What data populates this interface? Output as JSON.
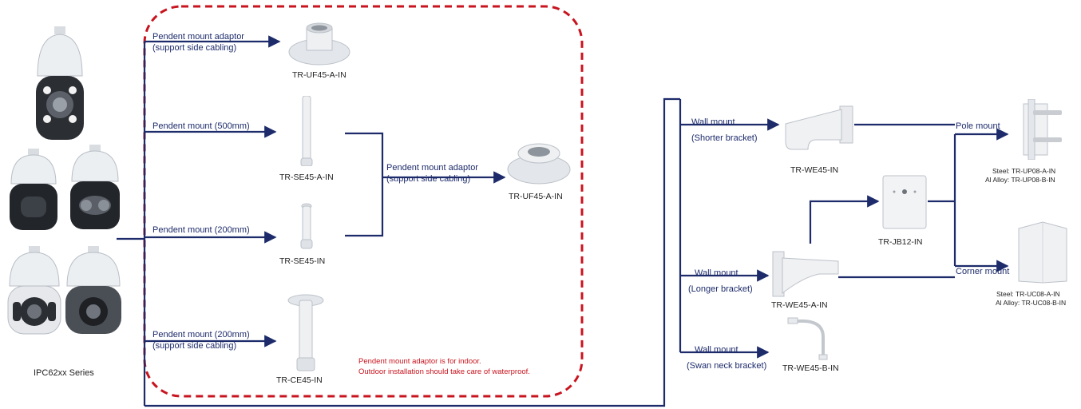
{
  "camera_series_label": "IPC62xx Series",
  "left_branches": [
    {
      "label_line1": "Pendent mount adaptor",
      "label_line2": "(support side cabling)",
      "code": "TR-UF45-A-IN"
    },
    {
      "label_line1": "Pendent  mount (500mm)",
      "code": "TR-SE45-A-IN"
    },
    {
      "label_line1": "Pendent  mount (200mm)",
      "code": "TR-SE45-IN"
    },
    {
      "label_line1": "Pendent  mount (200mm)",
      "label_line2": "(support side cabling)",
      "code": "TR-CE45-IN"
    }
  ],
  "adaptor_merge": {
    "label_line1": "Pendent  mount adaptor",
    "label_line2": "(support side cabling)",
    "code": "TR-UF45-A-IN"
  },
  "note": {
    "line1": "Pendent  mount adaptor is for indoor.",
    "line2": "Outdoor installation should take care of waterproof."
  },
  "wall_mounts": [
    {
      "label_line1": "Wall mount",
      "label_line2": "(Shorter bracket)",
      "code": "TR-WE45-IN"
    },
    {
      "label_line1": "Wall mount",
      "label_line2": "(Longer bracket)",
      "code": "TR-WE45-A-IN"
    },
    {
      "label_line1": "Wall mount",
      "label_line2": "(Swan neck bracket)",
      "code": "TR-WE45-B-IN"
    }
  ],
  "junction_box": {
    "code": "TR-JB12-IN"
  },
  "pole_mount": {
    "label": "Pole mount",
    "steel": "Steel: TR-UP08-A-IN",
    "alloy": "Al Alloy: TR-UP08-B-IN"
  },
  "corner_mount": {
    "label": "Corner mount",
    "steel": "Steel: TR-UC08-A-IN",
    "alloy": "Al Alloy: TR-UC08-B-IN"
  },
  "colors": {
    "line": "#1d2b6b",
    "dashed_box": "#c8141e",
    "note": "#c8141e"
  }
}
